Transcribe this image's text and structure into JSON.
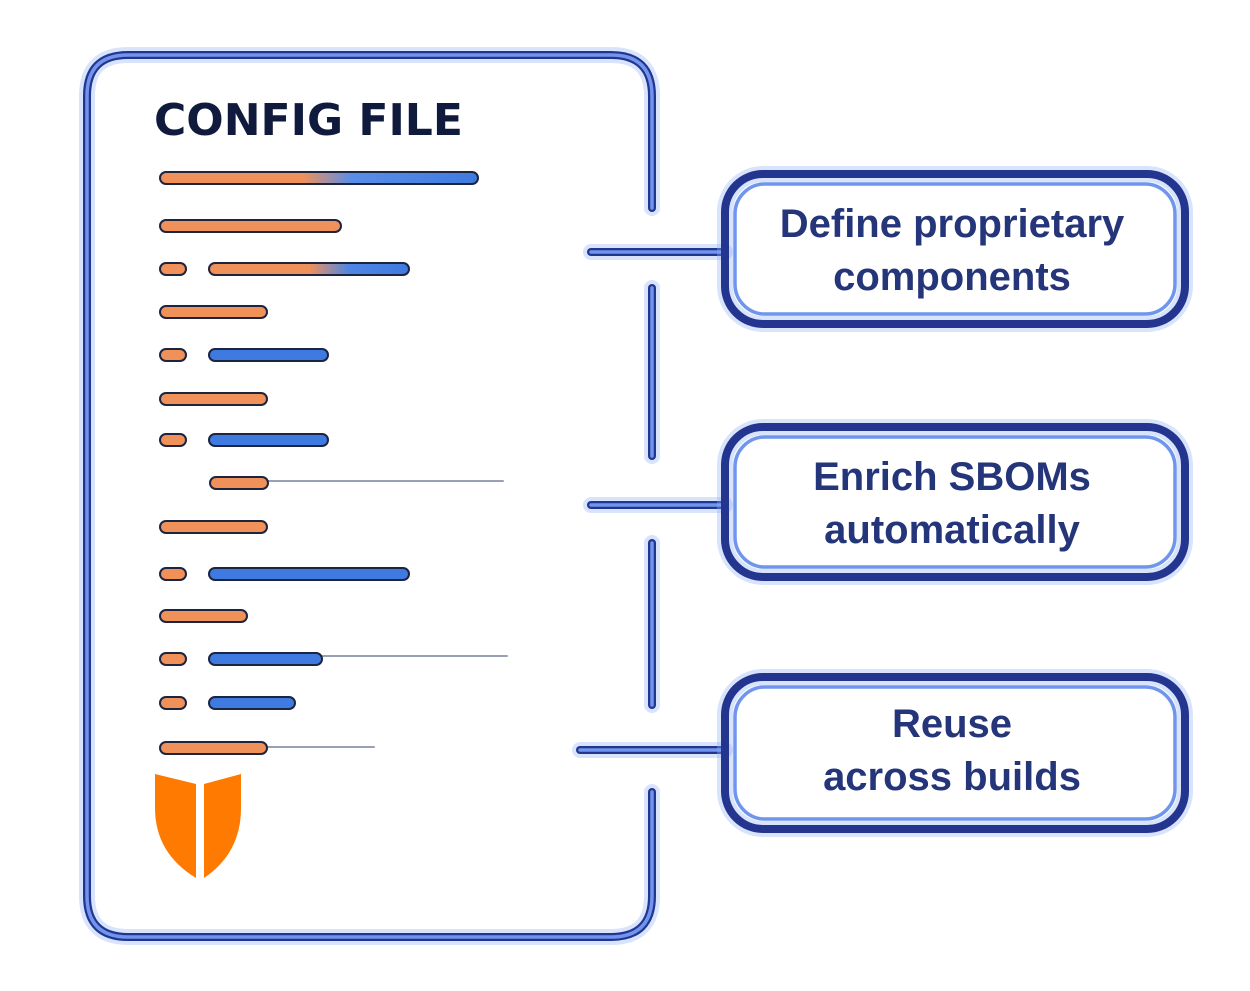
{
  "config_panel": {
    "title": "CONFIG FILE"
  },
  "callouts": [
    {
      "line1": "Define proprietary",
      "line2": "components"
    },
    {
      "line1": "Enrich SBOMs",
      "line2": "automatically"
    },
    {
      "line1": "Reuse",
      "line2": "across builds"
    }
  ],
  "logo": {
    "icon": "shield-icon",
    "color": "#ff7a00"
  },
  "colors": {
    "frame": "#23358f",
    "frame_inner": "#6f95ec",
    "key_bar": "#f0915a",
    "value_bar": "#3f7ae0",
    "title": "#101a3c",
    "callout_text": "#24357a"
  },
  "code_lines": [
    {
      "indent": 0,
      "parts": [
        "key-value-gradient"
      ]
    },
    {
      "indent": 0,
      "parts": [
        "key"
      ]
    },
    {
      "indent": 1,
      "parts": [
        "dash",
        "key-value-gradient"
      ]
    },
    {
      "indent": 0,
      "parts": [
        "key"
      ]
    },
    {
      "indent": 1,
      "parts": [
        "dash",
        "value"
      ]
    },
    {
      "indent": 0,
      "parts": [
        "key"
      ]
    },
    {
      "indent": 1,
      "parts": [
        "dash",
        "value"
      ]
    },
    {
      "indent": 2,
      "parts": [
        "key"
      ]
    },
    {
      "indent": 0,
      "parts": [
        "key"
      ]
    },
    {
      "indent": 1,
      "parts": [
        "dash",
        "value"
      ]
    },
    {
      "indent": 0,
      "parts": [
        "key"
      ]
    },
    {
      "indent": 1,
      "parts": [
        "dash",
        "value"
      ]
    },
    {
      "indent": 1,
      "parts": [
        "dash",
        "value"
      ]
    },
    {
      "indent": 0,
      "parts": [
        "key"
      ]
    }
  ]
}
